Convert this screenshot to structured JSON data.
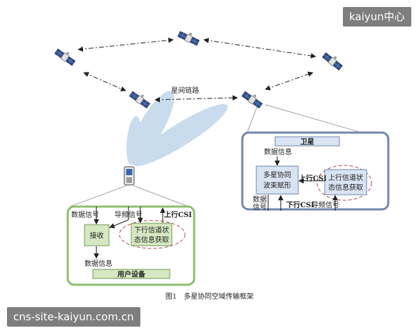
{
  "watermark_top": "kaiyun中心",
  "watermark_bottom": "cns-site-kaiyun.com.cn",
  "diagram": {
    "isl_label": "星间链路",
    "satellite_box": {
      "title": "卫星",
      "data_info": "数据信息",
      "beamforming": [
        "多星协同",
        "波束赋形"
      ],
      "uplink_csi_label": "上行CSI",
      "uplink_acq": [
        "上行信道状",
        "态信息获取"
      ],
      "data_signal": [
        "数据",
        "信号"
      ],
      "downlink_csi_label": "下行CSI",
      "pilot_signal": "导频信号"
    },
    "user_box": {
      "title": "用户设备",
      "data_signal": "数据信号",
      "pilot_signal": "导频信号",
      "uplink_csi_label": "上行CSI",
      "receive": "接收",
      "downlink_acq": [
        "下行信道状",
        "态信息获取"
      ],
      "data_info": "数据信息"
    },
    "caption": "图1　多星协同空域传输框架"
  },
  "colors": {
    "beam": "#c9dcee",
    "sat_box_border": "#6f86b0",
    "user_box_border": "#8dbf6e",
    "sat_block": "#d9e4f2",
    "user_block": "#d6e8c2",
    "dashed_red": "#b84848",
    "arrow": "#222222"
  }
}
